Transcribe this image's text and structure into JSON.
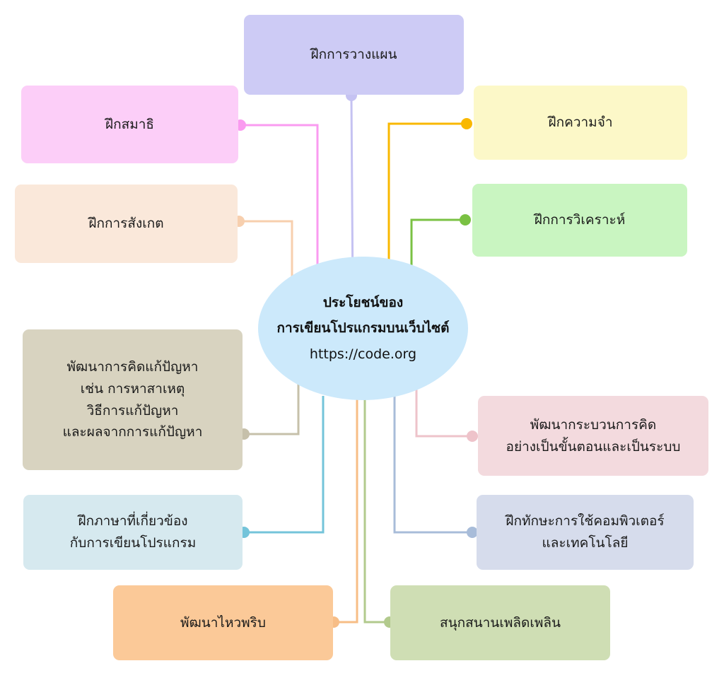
{
  "diagram": {
    "title": "ประโยชน์ของการเขียนโปรแกรมบนเว็บไซต์ https://code.org",
    "type": "mind-map",
    "center": {
      "lines": [
        "ประโยชน์ของ",
        "การเขียนโปรแกรมบนเว็บไซต์",
        "https://code.org"
      ],
      "line1": "ประโยชน์ของ",
      "line2": "การเขียนโปรแกรมบนเว็บไซต์",
      "line3": "https://code.org",
      "fill": "#cce9fb",
      "shape": "ellipse"
    },
    "nodes": [
      {
        "id": "plan",
        "line1": "ฝึกการวางแผน",
        "fill": "#cdcbf5",
        "connector": "#c5c2f2",
        "position": "top"
      },
      {
        "id": "focus",
        "line1": "ฝึกสมาธิ",
        "fill": "#fccef8",
        "connector": "#fa9bf0",
        "position": "left-1"
      },
      {
        "id": "observe",
        "line1": "ฝึกการสังเกต",
        "fill": "#fae8da",
        "connector": "#f7cfae",
        "position": "left-2"
      },
      {
        "id": "memory",
        "line1": "ฝึกความจำ",
        "fill": "#fcf8c8",
        "connector": "#f9b800",
        "position": "right-1"
      },
      {
        "id": "analysis",
        "line1": "ฝึกการวิเคราะห์",
        "fill": "#c9f5c1",
        "connector": "#7ac143",
        "position": "right-2"
      },
      {
        "id": "problem-solving",
        "line1": "พัฒนาการคิดแก้ปัญหา",
        "line2": "เช่น การหาสาเหตุ",
        "line3": "วิธีการแก้ปัญหา",
        "line4": "และผลจากการแก้ปัญหา",
        "fill": "#d8d3c0",
        "connector": "#c6c0aa",
        "position": "left-3"
      },
      {
        "id": "systematic-thinking",
        "line1": "พัฒนากระบวนการคิด",
        "line2": "อย่างเป็นขั้นตอนและเป็นระบบ",
        "fill": "#f3dade",
        "connector": "#eec3ca",
        "position": "right-3"
      },
      {
        "id": "language",
        "line1": "ฝึกภาษาที่เกี่ยวข้อง",
        "line2": "กับการเขียนโปรแกรม",
        "fill": "#d6e9ef",
        "connector": "#74c4da",
        "position": "left-4"
      },
      {
        "id": "computer-skill",
        "line1": "ฝึกทักษะการใช้คอมพิวเตอร์",
        "line2": "และเทคโนโลยี",
        "fill": "#d6dcec",
        "connector": "#a8bcd9",
        "position": "right-4"
      },
      {
        "id": "agility",
        "line1": "พัฒนาไหวพริบ",
        "fill": "#fbc998",
        "connector": "#f7bd86",
        "position": "bottom-left"
      },
      {
        "id": "fun",
        "line1": "สนุกสนานเพลิดเพลิน",
        "fill": "#cfdeb4",
        "connector": "#b2ca8d",
        "position": "bottom-right"
      }
    ]
  }
}
